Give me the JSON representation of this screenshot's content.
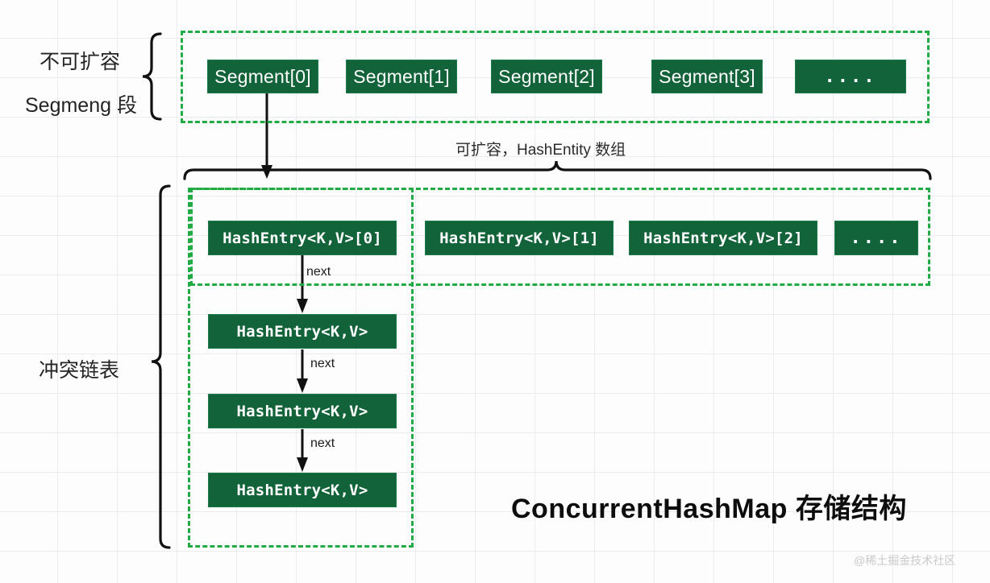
{
  "diagram": {
    "title": "ConcurrentHashMap 存储结构",
    "watermark": "@稀土掘金技术社区",
    "labels": {
      "segment_group_line1": "不可扩容",
      "segment_group_line2": "Segmeng 段",
      "array_brace_caption": "可扩容，HashEntity 数组",
      "chain_group": "冲突链表",
      "next_1": "next",
      "next_2": "next",
      "next_3": "next"
    },
    "segment_row": {
      "boxes": [
        {
          "label": "Segment[0]"
        },
        {
          "label": "Segment[1]"
        },
        {
          "label": "Segment[2]"
        },
        {
          "label": "Segment[3]"
        },
        {
          "label": "...."
        }
      ]
    },
    "hash_entry_row": {
      "boxes": [
        {
          "label": "HashEntry<K,V>[0]"
        },
        {
          "label": "HashEntry<K,V>[1]"
        },
        {
          "label": "HashEntry<K,V>[2]"
        },
        {
          "label": "...."
        }
      ]
    },
    "chain": {
      "nodes": [
        {
          "label": "HashEntry<K,V>"
        },
        {
          "label": "HashEntry<K,V>"
        },
        {
          "label": "HashEntry<K,V>"
        }
      ]
    },
    "colors": {
      "box_fill": "#13633a",
      "box_text": "#ffffff",
      "dashed_border": "#22aa44",
      "arrow": "#000000",
      "background": "#fdfdfd",
      "grid_line": "#ececec",
      "watermark_text": "#c9c9c9"
    }
  }
}
